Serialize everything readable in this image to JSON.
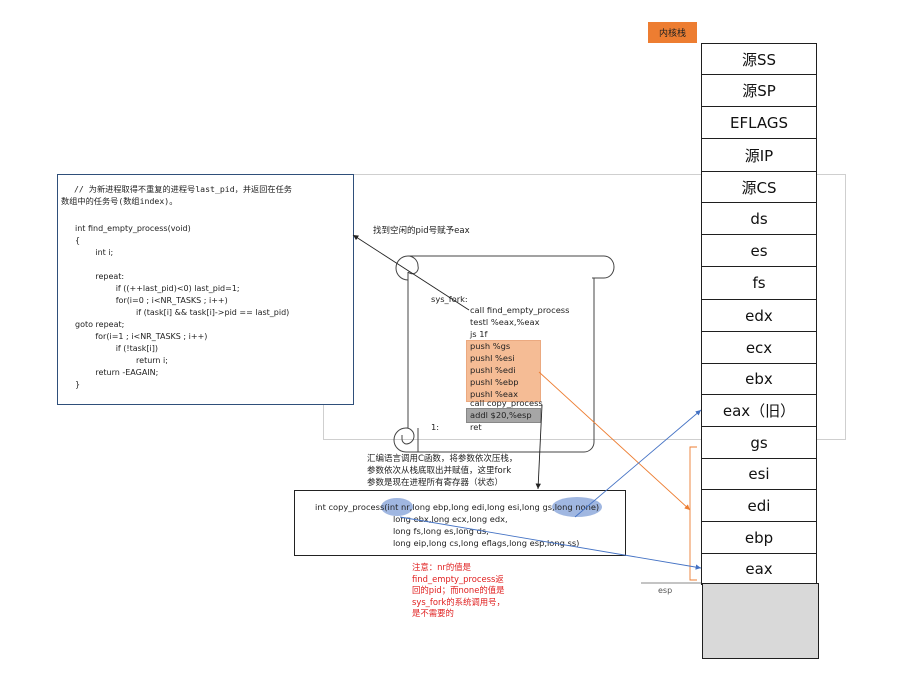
{
  "code_box": {
    "comment_line1": "// 为新进程取得不重复的进程号last_pid，并返回在任务",
    "comment_line2": "数组中的任务号(数组index)。",
    "lines": [
      "int find_empty_process(void)",
      "{",
      "        int i;",
      "",
      "        repeat:",
      "                if ((++last_pid)<0) last_pid=1;",
      "                for(i=0 ; i<NR_TASKS ; i++)",
      "                        if (task[i] && task[i]->pid == last_pid)",
      "goto repeat;",
      "        for(i=1 ; i<NR_TASKS ; i++)",
      "                if (!task[i])",
      "                        return i;",
      "        return -EAGAIN;",
      "}"
    ]
  },
  "annotation_pid_eax": "找到空闲的pid号赋予eax",
  "scroll": {
    "label": "sys_fork:",
    "asm": [
      "call find_empty_process",
      "testl %eax,%eax",
      "js 1f"
    ],
    "push_lines": [
      "push %gs",
      "pushl %esi",
      "pushl %edi",
      "pushl %ebp",
      "pushl %eax"
    ],
    "call_copy": "call copy_process",
    "addl": "addl $20,%esp",
    "label_1": "1:",
    "ret": "ret"
  },
  "c_call_note": [
    "汇编语言调用C函数，将参数依次压栈，",
    "参数依次从栈底取出并赋值，这里fork",
    "参数是现在进程所有寄存器（状态）"
  ],
  "copy_process": {
    "line1_prefix": "int copy_process(",
    "nr_param": "int nr,",
    "line1_mid": "long ebp,long edi,long esi,long gs,",
    "none_param": "long none)",
    "line2": "long ebx,long ecx,long edx,",
    "line3": "long fs,long es,long ds,",
    "line4": "long eip,long cs,long eflags,long esp,long ss)"
  },
  "note_red": "注意：nr的值是find_empty_process返回的pid；而none的值是sys_fork的系统调用号，是不需要的",
  "kernel_stack_label": "内核栈",
  "stack_cells": [
    "源SS",
    "源SP",
    "EFLAGS",
    "源IP",
    "源CS",
    "ds",
    "es",
    "fs",
    "edx",
    "ecx",
    "ebx",
    "eax（旧）",
    "gs",
    "esi",
    "edi",
    "ebp",
    "eax"
  ],
  "esp_label": "esp",
  "colors": {
    "orange": "#ed7d31",
    "push_fill": "#f4b183",
    "blue": "#4472c4",
    "red": "#e02020",
    "ellipse": "#8faadc"
  }
}
